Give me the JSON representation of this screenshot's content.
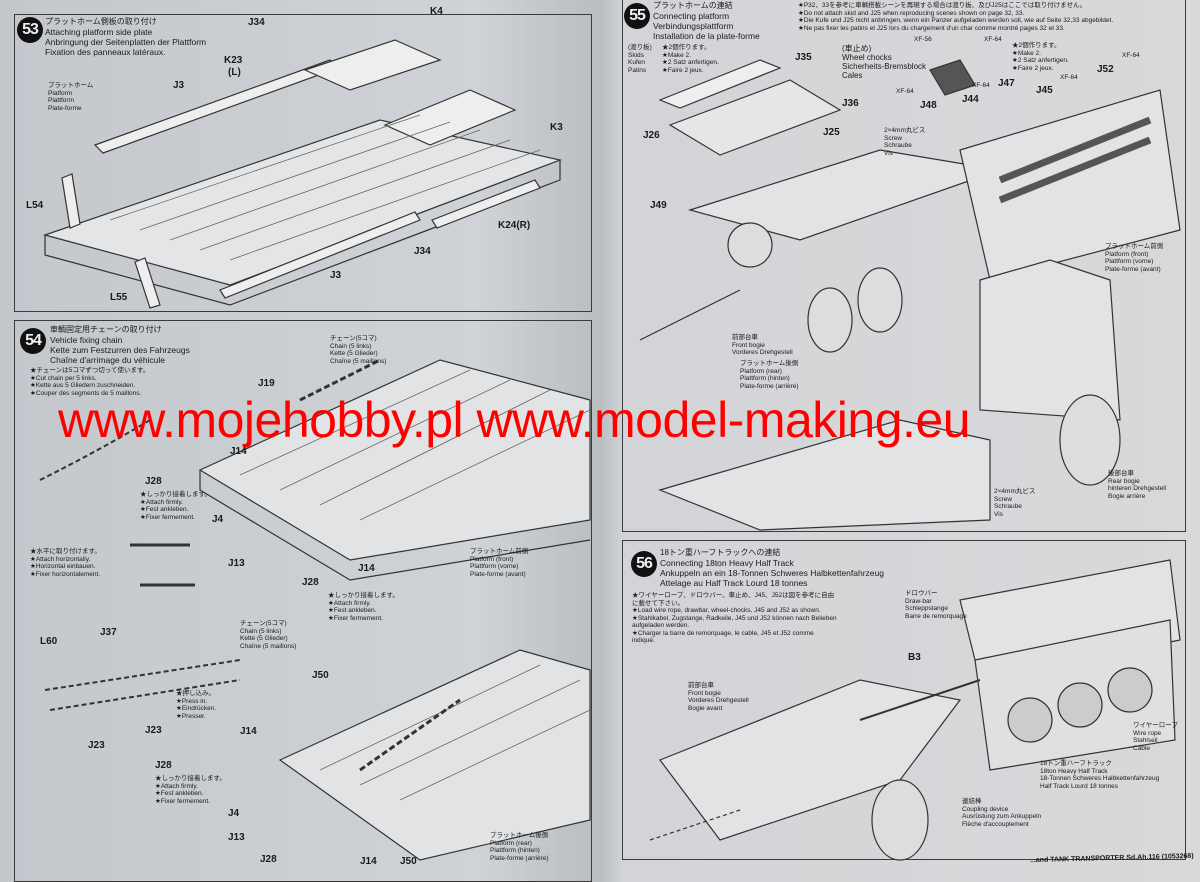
{
  "steps": {
    "s53": {
      "number": "53",
      "jp": "プラットホーム側板の取り付け",
      "en": "Attaching platform side plate",
      "de": "Anbringung der Seitenplatten der Plattform",
      "fr": "Fixation des panneaux latéraux.",
      "labels": {
        "platform_jp": "プラットホーム",
        "platform_en": "Platform",
        "platform_de": "Plattform",
        "platform_fr": "Plate-forme",
        "j34a": "J34",
        "k4": "K4",
        "k23": "K23",
        "k23s": "(L)",
        "j3a": "J3",
        "k3": "K3",
        "l54": "L54",
        "k24": "K24(R)",
        "j34b": "J34",
        "j3b": "J3",
        "l55": "L55"
      }
    },
    "s54": {
      "number": "54",
      "jp": "車輌固定用チェーンの取り付け",
      "en": "Vehicle fixing chain",
      "de": "Kette zum Festzurren des Fahrzeugs",
      "fr": "Chaîne d'arrimage du véhicule",
      "notes": [
        "★チェーンは5コマずつ切って使います。",
        "★Cut chain per 5 links.",
        "★Kette aus 5 Gliedern zuschneiden.",
        "★Couper des segments de 5 maillons."
      ],
      "chain_a": [
        "チェーン(5コマ)",
        "Chain (5 links)",
        "Kette (5 Glieder)",
        "Chaîne (5 maillons)"
      ],
      "chain_b": [
        "チェーン(5コマ)",
        "Chain (5 links)",
        "Kette (5 Glieder)",
        "Chaîne (5 maillons)"
      ],
      "attach_firmly_a": [
        "★しっかり接着します。",
        "★Attach firmly.",
        "★Fest ankleben.",
        "★Fixer fermement."
      ],
      "attach_firmly_b": [
        "★しっかり接着します。",
        "★Attach firmly.",
        "★Fest ankleben.",
        "★Fixer fermement."
      ],
      "attach_firmly_c": [
        "★しっかり接着します。",
        "★Attach firmly.",
        "★Fest ankleben.",
        "★Fixer fermement."
      ],
      "horizontal": [
        "★水平に取り付けます。",
        "★Attach horizontally.",
        "★Horizontal einbauen.",
        "★Fixer horizontalement."
      ],
      "press": [
        "★押し込み。",
        "★Press in.",
        "★Eindrücken.",
        "★Presser."
      ],
      "platform_front": [
        "プラットホーム前側",
        "Platform (front)",
        "Plattform (vorne)",
        "Plate-forme (avant)"
      ],
      "platform_rear": [
        "プラットホーム後側",
        "Platform (rear)",
        "Plattform (hinten)",
        "Plate-forme (arrière)"
      ],
      "labels": {
        "j19": "J19",
        "j14a": "J14",
        "j28a": "J28",
        "j4a": "J4",
        "j13a": "J13",
        "j28b": "J28",
        "j14b": "J14",
        "l60": "L60",
        "j37": "J37",
        "j23a": "J23",
        "j23b": "J23",
        "j50a": "J50",
        "j14c": "J14",
        "j28c": "J28",
        "j4b": "J4",
        "j13b": "J13",
        "j28d": "J28",
        "j14d": "J14",
        "j50b": "J50"
      }
    },
    "s55": {
      "number": "55",
      "jp": "プラットホームの連結",
      "en": "Connecting platform",
      "de": "Verbindungsplattform",
      "fr": "Installation de la plate-forme",
      "notes": [
        "★P32、33を参考に車輌搭載シーンを再現する場合は渡り板、及びJ25はここでは取り付けません。",
        "★Do not attach skid and J25 when reproducing scenes shown on page 32, 33.",
        "★Die Kufe und J25 nicht anbringen, wenn ein Panzer aufgeladen werden soll, wie auf Seite 32,33 abgebildet.",
        "★Ne pas fixer les patins et J25 lors du chargement d'un char comme montré pages 32 et 33."
      ],
      "skids": [
        "(渡り板)",
        "Skids",
        "Kufen",
        "Patins"
      ],
      "make2_a": [
        "★2個作ります。",
        "★Make 2.",
        "★2 Satz anfertigen.",
        "★Faire 2 jeux."
      ],
      "chocks": [
        "(車止め)",
        "Wheel chocks",
        "Sicherheits-Bremsblock",
        "Cales"
      ],
      "make2_b": [
        "★2個作ります。",
        "★Make 2.",
        "★2 Satz anfertigen.",
        "★Faire 2 jeux."
      ],
      "screw_a": [
        "2×4mm丸ビス",
        "Screw",
        "Schraube",
        "Vis"
      ],
      "screw_b": [
        "2×4mm丸ビス",
        "Screw",
        "Schraube",
        "Vis"
      ],
      "platform_front": [
        "プラットホーム前側",
        "Platform (front)",
        "Plattform (vorne)",
        "Plate-forme (avant)"
      ],
      "front_bogie": [
        "前部台車",
        "Front bogie",
        "Vorderes Drehgestell",
        "Bogie avant"
      ],
      "platform_rear": [
        "プラットホーム後側",
        "Platform (rear)",
        "Plattform (hinten)",
        "Plate-forme (arrière)"
      ],
      "rear_bogie": [
        "後部台車",
        "Rear bogie",
        "hinteren Drehgestell",
        "Bogie arrière"
      ],
      "labels": {
        "j35": "J35",
        "j36": "J36",
        "j26": "J26",
        "j25": "J25",
        "j49": "J49",
        "xf56": "XF-56",
        "xf64a": "XF-64",
        "xf64b": "XF-64",
        "xf64c": "XF-64",
        "xf64d": "XF-64",
        "xf64e": "XF-64",
        "j47": "J47",
        "j48": "J48",
        "j44": "J44",
        "j45": "J45",
        "j52": "J52"
      }
    },
    "s56": {
      "number": "56",
      "jp": "18トン重ハーフトラックへの連結",
      "en": "Connecting 18ton Heavy Half Track",
      "de": "Ankuppeln an ein 18-Tonnen Schweres Halbkettenfahrzeug",
      "fr": "Attelage au Half Track Lourd 18 tonnes",
      "notes": [
        "★ワイヤーロープ、ドロウバー、車止め、J45、J52は図を参考に自由に載せて下さい。",
        "★Load wire rope, drawbar, wheel-chocks, J45 and J52 as shown.",
        "★Stahlkabel, Zugstange, Radkeile, J45 und J52 können nach Belieben aufgeladen werden.",
        "★Charger la barre de remorquage, le cable, J45 et J52 comme indiqué."
      ],
      "drawbar": [
        "ドロウバー",
        "Draw-bar",
        "Schleppstange",
        "Barre de remorquage"
      ],
      "front_bogie": [
        "前部台車",
        "Front bogie",
        "Vorderes Drehgestell",
        "Bogie avant"
      ],
      "wire_rope": [
        "ワイヤーロープ",
        "Wire rope",
        "Stahlseil",
        "Cable"
      ],
      "halftrack": [
        "18トン重ハーフトラック",
        "18ton Heavy Half Track",
        "18-Tonnen Schweres Halbkettenfahrzeug",
        "Half Track Lourd 18 tonnes"
      ],
      "coupling": [
        "連結棒",
        "Coupling device",
        "Ausrüstung zum Ankuppeln",
        "Flèche d'accouplement"
      ],
      "labels": {
        "b3": "B3"
      }
    }
  },
  "watermark": "www.mojehobby.pl www.model-making.eu",
  "footer": "...and TANK TRANSPORTER Sd.Ah.116 (1053268)",
  "colors": {
    "watermark": "#ff0000",
    "paper": "#d2d4d7",
    "ink": "#1a1a1a"
  }
}
